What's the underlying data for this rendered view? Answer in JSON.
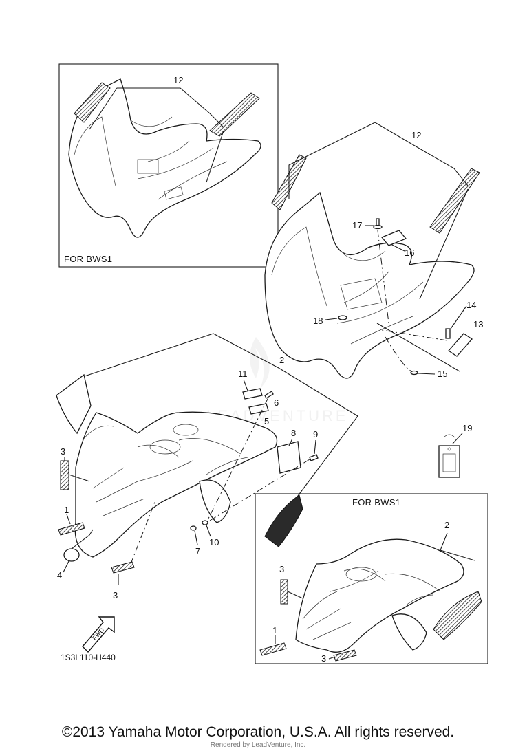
{
  "box_labels": [
    "FOR BWS1",
    "FOR BWS1"
  ],
  "callouts": [
    "12",
    "12",
    "17",
    "16",
    "18",
    "14",
    "13",
    "15",
    "2",
    "11",
    "6",
    "5",
    "8",
    "9",
    "3",
    "1",
    "4",
    "3",
    "7",
    "10",
    "19",
    "2",
    "3",
    "1",
    "3"
  ],
  "fwd_label": "FWD",
  "diagram_code": "1S3L110-H440",
  "watermark": "LEADVENTURE",
  "footer": {
    "copyright": "©2013 Yamaha Motor Corporation, U.S.A. All rights reserved.",
    "rendered_by": "Rendered by LeadVenture, Inc."
  }
}
